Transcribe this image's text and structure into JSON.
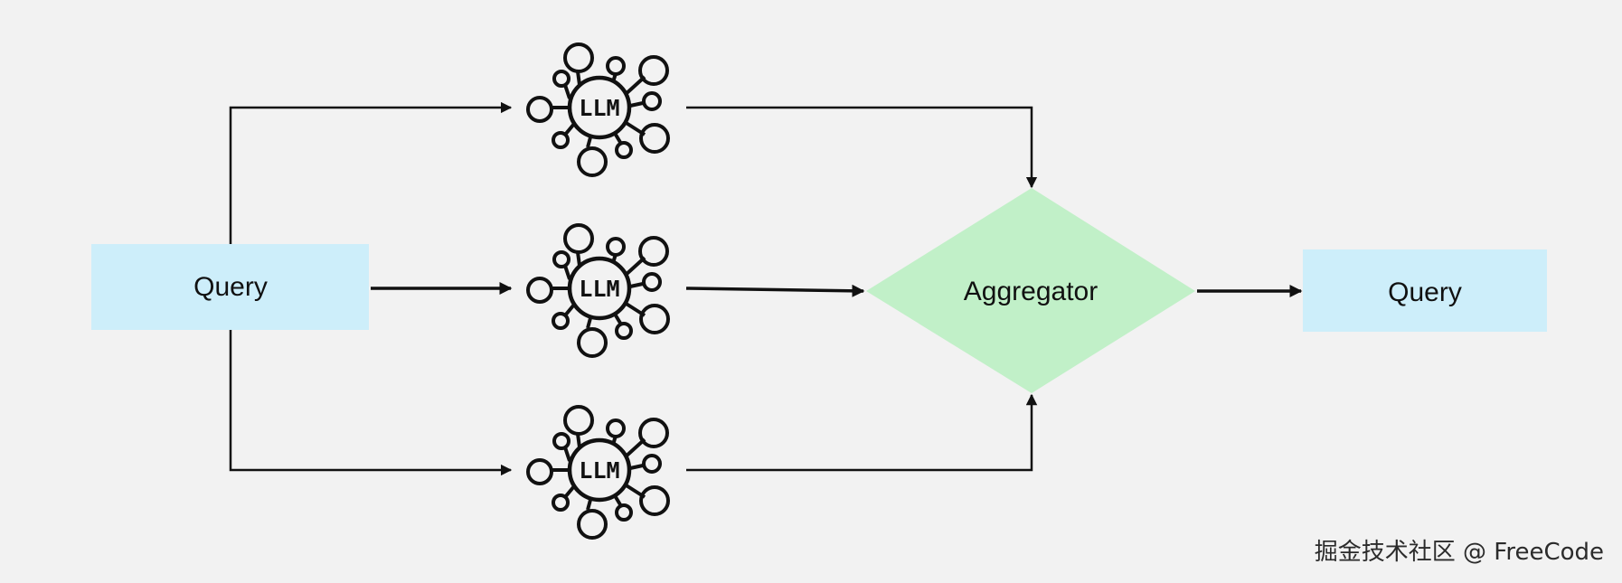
{
  "nodes": {
    "input_label": "Query",
    "llm_label": "LLM",
    "aggregator_label": "Aggregator",
    "output_label": "Query"
  },
  "colors": {
    "background": "#f2f2f2",
    "query_box": "#cdeefa",
    "aggregator": "#c1f0c8",
    "stroke": "#111111"
  },
  "watermark": "掘金技术社区 @ FreeCode"
}
